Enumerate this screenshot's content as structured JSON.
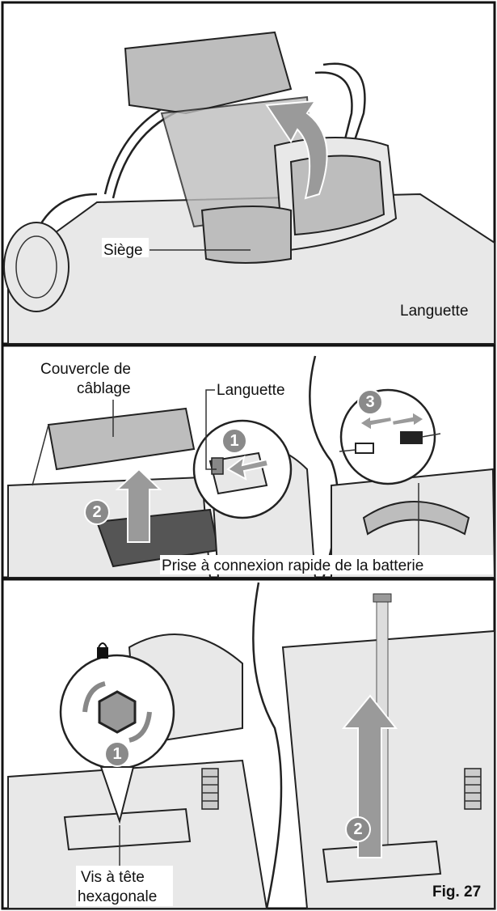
{
  "panel1": {
    "label_seat": "Siège",
    "label_tab": "Languette"
  },
  "panel2": {
    "label_wiring_cover": [
      "Couvercle de",
      "câblage"
    ],
    "label_tab": "Languette",
    "label_battery_plug": "Prise à connexion rapide de la batterie",
    "steps": [
      "1",
      "2",
      "3"
    ]
  },
  "panel3": {
    "label_hex_screw": [
      "Vis à tête",
      "hexagonale"
    ],
    "steps": [
      "1",
      "2"
    ]
  },
  "figure_label": "Fig. 27",
  "colors": {
    "step_badge": "#8a8a8a",
    "arrow": "#9a9a9a",
    "outline": "#111111"
  }
}
